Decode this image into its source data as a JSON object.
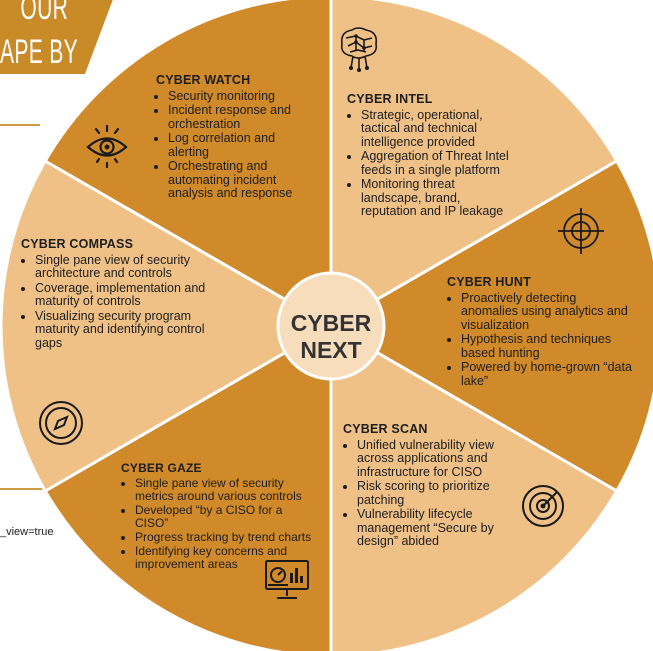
{
  "banner": {
    "line1": "OUR",
    "line2": "APE BY"
  },
  "url_fragment": "_view=true",
  "center": {
    "line1": "CYBER",
    "line2": "NEXT"
  },
  "colors": {
    "dark": "#d08a2a",
    "light": "#f0c186",
    "outline": "#ffffff",
    "hub": "#f8ddbd"
  },
  "segments": {
    "watch": {
      "title": "CYBER WATCH",
      "items": [
        "Security monitoring",
        "Incident response and orchestration",
        "Log correlation and alerting",
        "Orchestrating and automating incident analysis and response"
      ],
      "icon": "eye-icon"
    },
    "intel": {
      "title": "CYBER INTEL",
      "items": [
        "Strategic, operational, tactical and technical intelligence provided",
        "Aggregation of Threat Intel feeds in a single platform",
        "Monitoring threat landscape, brand, reputation and IP leakage"
      ],
      "icon": "brain-network-icon"
    },
    "hunt": {
      "title": "CYBER HUNT",
      "items": [
        "Proactively detecting anomalies using analytics and visualization",
        "Hypothesis and techniques based hunting",
        "Powered by home-grown “data lake”"
      ],
      "icon": "crosshair-icon"
    },
    "scan": {
      "title": "CYBER SCAN",
      "items": [
        "Unified vulnerability view across applications and infrastructure for CISO",
        "Risk scoring to prioritize patching",
        "Vulnerability lifecycle management “Secure by design” abided"
      ],
      "icon": "radar-icon"
    },
    "gaze": {
      "title": "CYBER GAZE",
      "items": [
        "Single pane view of security metrics around various controls",
        "Developed “by a CISO for a CISO”",
        "Progress tracking by trend charts",
        "Identifying key concerns and improvement areas"
      ],
      "icon": "dashboard-monitor-icon"
    },
    "compass": {
      "title": "CYBER COMPASS",
      "items": [
        "Single pane view of security architecture and controls",
        "Coverage, implementation and maturity of controls",
        "Visualizing security program maturity and identifying control gaps"
      ],
      "icon": "compass-icon"
    }
  }
}
